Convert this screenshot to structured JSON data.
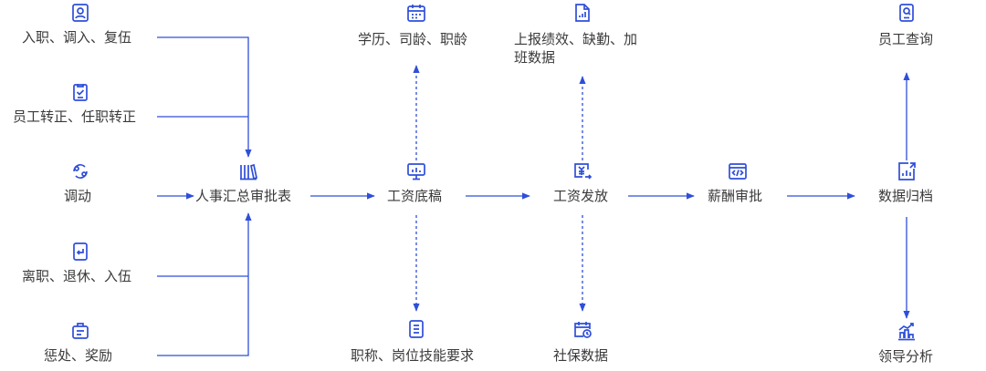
{
  "colors": {
    "accent": "#2f4fd9",
    "text": "#3a3a3a",
    "background": "#ffffff"
  },
  "inputs": [
    {
      "icon": "user-id-card-icon",
      "label": "入职、调入、复伍"
    },
    {
      "icon": "checklist-icon",
      "label": "员工转正、任职转正"
    },
    {
      "icon": "transfer-cycle-icon",
      "label": "调动"
    },
    {
      "icon": "exit-document-icon",
      "label": "离职、退休、入伍"
    },
    {
      "icon": "award-card-icon",
      "label": "惩处、奖励"
    }
  ],
  "flow": [
    {
      "icon": "books-icon",
      "label": "人事汇总审批表"
    },
    {
      "icon": "monitor-chart-icon",
      "label": "工资底稿"
    },
    {
      "icon": "yen-payment-icon",
      "label": "工资发放"
    },
    {
      "icon": "code-window-icon",
      "label": "薪酬审批"
    },
    {
      "icon": "bar-chart-document-icon",
      "label": "数据归档"
    }
  ],
  "wage_base_inputs": {
    "top": {
      "icon": "calendar-icon",
      "label": "学历、司龄、职龄"
    },
    "bottom": {
      "icon": "list-document-icon",
      "label": "职称、岗位技能要求"
    }
  },
  "payment_inputs": {
    "top": {
      "icon": "report-chart-icon",
      "label_line1": "上报绩效、缺勤、加",
      "label_line2": "班数据"
    },
    "bottom": {
      "icon": "calendar-clock-icon",
      "label": "社保数据"
    }
  },
  "archive_outputs": {
    "top": {
      "icon": "document-search-icon",
      "label": "员工查询"
    },
    "bottom": {
      "icon": "analysis-chart-icon",
      "label": "领导分析"
    }
  }
}
